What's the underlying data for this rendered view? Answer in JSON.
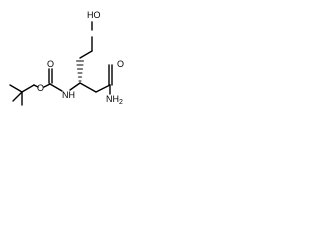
{
  "structure": {
    "atom_labels": {
      "hydroxyl": "HO",
      "carbamate_carbonyl_oxygen": "O",
      "ester_oxygen": "O",
      "amine_nh": "NH",
      "amide_carbonyl_oxygen": "O",
      "amide_nh2": "NH",
      "amide_nh2_subscript": "2"
    },
    "colors": {
      "bonds": "#000000",
      "labels": "#000000",
      "background": "#ffffff"
    }
  }
}
